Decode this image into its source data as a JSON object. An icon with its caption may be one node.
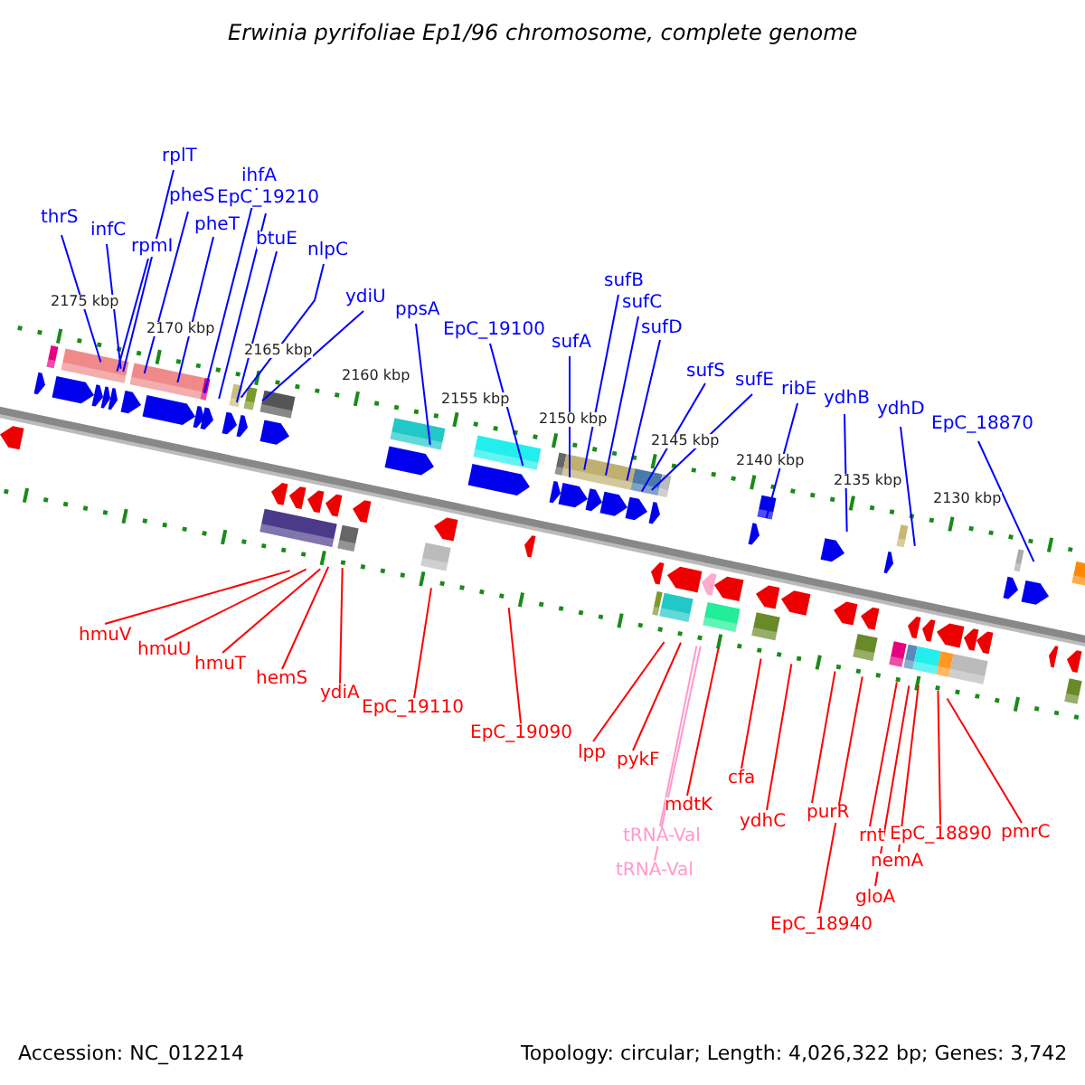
{
  "diagram": {
    "title": "Erwinia pyrifoliae Ep1/96 chromosome, complete genome",
    "nodes": [
      {
        "text": [
          "thrS"
        ]
      },
      {
        "text": [
          "infC"
        ]
      },
      {
        "text": [
          "rpmI"
        ]
      },
      {
        "text": [
          "rplT"
        ]
      },
      {
        "text": [
          "pheS"
        ]
      },
      {
        "text": [
          "pheT"
        ]
      },
      {
        "text": [
          "ihfA"
        ]
      },
      {
        "text": [
          "EpC_19210"
        ]
      },
      {
        "text": [
          "btuE"
        ]
      },
      {
        "text": [
          "nlpC"
        ]
      },
      {
        "text": [
          "ydiU"
        ]
      },
      {
        "text": [
          "ppsA"
        ]
      },
      {
        "text": [
          "EpC_19100"
        ]
      },
      {
        "text": [
          "sufA"
        ]
      },
      {
        "text": [
          "sufB"
        ]
      },
      {
        "text": [
          "sufC"
        ]
      },
      {
        "text": [
          "sufD"
        ]
      },
      {
        "text": [
          "sufS"
        ]
      },
      {
        "text": [
          "sufE"
        ]
      },
      {
        "text": [
          "ribE"
        ]
      },
      {
        "text": [
          "ydhB"
        ]
      },
      {
        "text": [
          "ydhD"
        ]
      },
      {
        "text": [
          "EpC_18870"
        ]
      },
      {
        "text": [
          "hmuV"
        ]
      },
      {
        "text": [
          "hmuU"
        ]
      },
      {
        "text": [
          "hmuT"
        ]
      },
      {
        "text": [
          "hemS"
        ]
      },
      {
        "text": [
          "ydiA"
        ]
      },
      {
        "text": [
          "EpC_19110"
        ]
      },
      {
        "text": [
          "EpC_19090"
        ]
      },
      {
        "text": [
          "lpp"
        ]
      },
      {
        "text": [
          "pykF"
        ]
      },
      {
        "text": [
          "mdtK"
        ]
      },
      {
        "text": [
          "tRNA-Val"
        ]
      },
      {
        "text": [
          "tRNA-Val"
        ]
      },
      {
        "text": [
          "cfa"
        ]
      },
      {
        "text": [
          "ydhC"
        ]
      },
      {
        "text": [
          "purR"
        ]
      },
      {
        "text": [
          "EpC_18940"
        ]
      },
      {
        "text": [
          "rnt"
        ]
      },
      {
        "text": [
          "nemA"
        ]
      },
      {
        "text": [
          "gloA"
        ]
      },
      {
        "text": [
          "EpC_18890"
        ]
      },
      {
        "text": [
          "pmrC"
        ]
      }
    ],
    "edges": [
      {
        "from": 0,
        "to": null,
        "arrow": "none"
      },
      {
        "from": 1,
        "to": null,
        "arrow": "none"
      },
      {
        "from": 2,
        "to": null,
        "arrow": "none"
      },
      {
        "from": 3,
        "to": null,
        "arrow": "none"
      },
      {
        "from": 4,
        "to": null,
        "arrow": "none"
      },
      {
        "from": 5,
        "to": null,
        "arrow": "none"
      },
      {
        "from": 6,
        "to": null,
        "arrow": "none"
      },
      {
        "from": 7,
        "to": null,
        "arrow": "none"
      },
      {
        "from": 8,
        "to": null,
        "arrow": "none"
      },
      {
        "from": 9,
        "to": null,
        "arrow": "none"
      },
      {
        "from": 10,
        "to": null,
        "arrow": "none"
      },
      {
        "from": 11,
        "to": null,
        "arrow": "none"
      },
      {
        "from": 12,
        "to": null,
        "arrow": "none"
      },
      {
        "from": 13,
        "to": null,
        "arrow": "none"
      },
      {
        "from": 14,
        "to": null,
        "arrow": "none"
      },
      {
        "from": 15,
        "to": null,
        "arrow": "none"
      },
      {
        "from": 16,
        "to": null,
        "arrow": "none"
      },
      {
        "from": 17,
        "to": null,
        "arrow": "none"
      },
      {
        "from": 18,
        "to": null,
        "arrow": "none"
      },
      {
        "from": 19,
        "to": null,
        "arrow": "none"
      },
      {
        "from": 20,
        "to": null,
        "arrow": "none"
      },
      {
        "from": 21,
        "to": null,
        "arrow": "none"
      },
      {
        "from": 22,
        "to": null,
        "arrow": "none"
      },
      {
        "from": 23,
        "to": null,
        "arrow": "none",
        "color": "#ff0000"
      },
      {
        "from": 24,
        "to": null,
        "arrow": "none",
        "color": "#ff0000"
      },
      {
        "from": 25,
        "to": null,
        "arrow": "none",
        "color": "#ff0000"
      },
      {
        "from": 26,
        "to": null,
        "arrow": "none",
        "color": "#ff0000"
      },
      {
        "from": 27,
        "to": null,
        "arrow": "none",
        "color": "#ff0000"
      },
      {
        "from": 28,
        "to": null,
        "arrow": "none",
        "color": "#ff0000"
      },
      {
        "from": 29,
        "to": null,
        "arrow": "none",
        "color": "#ff0000"
      },
      {
        "from": 30,
        "to": null,
        "arrow": "none",
        "color": "#ff0000"
      },
      {
        "from": 31,
        "to": null,
        "arrow": "none",
        "color": "#ff0000"
      },
      {
        "from": 32,
        "to": null,
        "arrow": "none",
        "color": "#ff0000"
      },
      {
        "from": 33,
        "to": null,
        "arrow": "none",
        "color": "#ff99cc"
      },
      {
        "from": 34,
        "to": null,
        "arrow": "none",
        "color": "#ff99cc"
      },
      {
        "from": 35,
        "to": null,
        "arrow": "none",
        "color": "#ff0000"
      },
      {
        "from": 36,
        "to": null,
        "arrow": "none",
        "color": "#ff0000"
      },
      {
        "from": 37,
        "to": null,
        "arrow": "none",
        "color": "#ff0000"
      },
      {
        "from": 38,
        "to": null,
        "arrow": "none",
        "color": "#ff0000"
      },
      {
        "from": 39,
        "to": null,
        "arrow": "none",
        "color": "#ff0000"
      },
      {
        "from": 40,
        "to": null,
        "arrow": "none",
        "color": "#ff0000"
      },
      {
        "from": 41,
        "to": null,
        "arrow": "none",
        "color": "#ff0000"
      },
      {
        "from": 42,
        "to": null,
        "arrow": "none",
        "color": "#ff0000"
      },
      {
        "from": 43,
        "to": null,
        "arrow": "none",
        "color": "#ff0000"
      }
    ],
    "labels": [
      "2175 kbp",
      "2170 kbp",
      "2165 kbp",
      "2160 kbp",
      "2155 kbp",
      "2150 kbp",
      "2145 kbp",
      "2140 kbp",
      "2135 kbp",
      "2130 kbp",
      "Accession: NC_012214",
      "Topology: circular; Length: 4,026,322 bp; Genes: 3,742"
    ]
  }
}
